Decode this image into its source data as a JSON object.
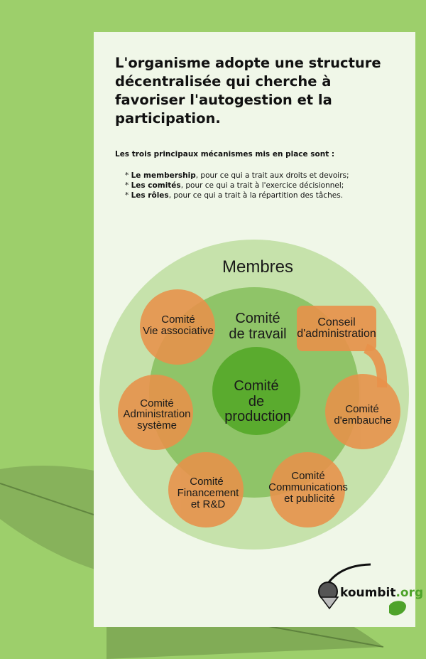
{
  "title": "L'organisme adopte une structure décentralisée qui cherche à favoriser l'autogestion et la participation.",
  "intro": "Les trois principaux mécanismes mis en place sont :",
  "mechanisms": [
    {
      "bold": "Le membership",
      "rest": ", pour ce qui a trait aux droits et devoirs;"
    },
    {
      "bold": "Les comités",
      "rest": ", pour ce qui a trait à l'exercice décisionnel;"
    },
    {
      "bold": "Les rôles",
      "rest": ", pour ce qui a trait à la répartition des tâches."
    }
  ],
  "diagram": {
    "outer": "Membres",
    "middle": [
      "Comité",
      "de travail"
    ],
    "inner": [
      "Comité",
      "de",
      "production"
    ],
    "committees": [
      [
        "Comité",
        "Vie associative"
      ],
      [
        "Comité",
        "Administration",
        "système"
      ],
      [
        "Comité",
        "Financement",
        "et R&D"
      ],
      [
        "Comité",
        "Communications",
        "et publicité"
      ],
      [
        "Comité",
        "d'embauche"
      ]
    ],
    "board": [
      "Conseil",
      "d'administration"
    ]
  },
  "logo": {
    "name": "koumbit",
    "tld": ".org"
  },
  "colors": {
    "bg": "#9dcf6b",
    "panel": "#f0f7e8",
    "outer": "#c3e0a8",
    "middle": "#8fc468",
    "inner": "#5aab2e",
    "orange": "#e8914a"
  }
}
